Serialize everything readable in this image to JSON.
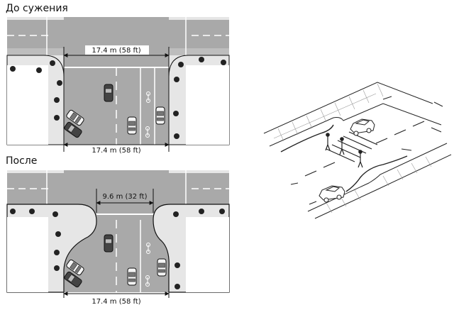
{
  "panels": {
    "before": {
      "title": "До сужения",
      "top_dimension": "17.4 m (58 ft)",
      "bottom_dimension": "17.4 m (58 ft)"
    },
    "after": {
      "title": "После",
      "top_dimension": "9.6 m (32 ft)",
      "bottom_dimension": "17.4 m (58 ft)"
    }
  },
  "colors": {
    "road": "#a9a9a9",
    "sidewalk": "#e6e6e6",
    "marking": "#ffffff",
    "line": "#111111"
  }
}
